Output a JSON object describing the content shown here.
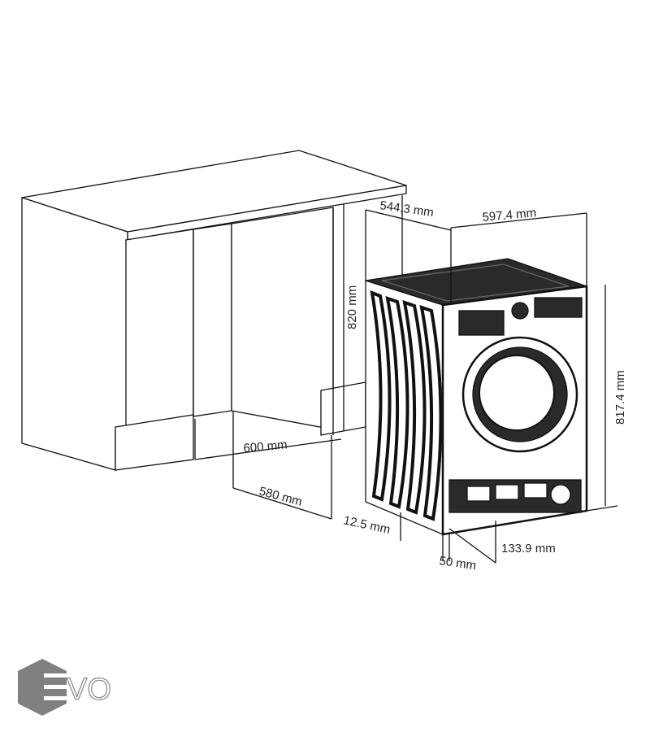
{
  "diagram": {
    "dimensions": {
      "cabinet_height": "820 mm",
      "cabinet_width": "600 mm",
      "cabinet_depth": "580 mm",
      "machine_depth": "544.3 mm",
      "machine_width": "597.4 mm",
      "machine_height": "817.4 mm",
      "foot_offset": "12.5 mm",
      "plinth_depth": "50 mm",
      "plinth_height": "133.9 mm"
    }
  },
  "logo": {
    "text": "EVO",
    "color": "#888888"
  }
}
